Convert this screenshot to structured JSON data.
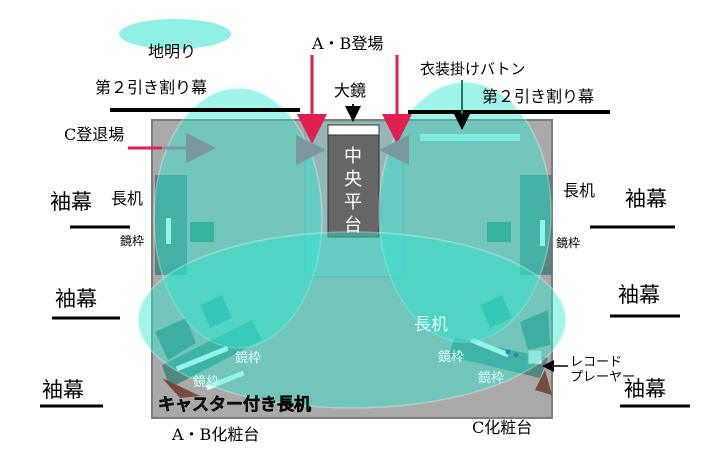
{
  "labels": {
    "jiakari": "地明り",
    "ab_entrance": "A・B登場",
    "ooka gami": "大鏡",
    "costume_batten": "衣装掛けバトン",
    "second_curtain_left": "第２引き割り幕",
    "second_curtain_right": "第２引き割り幕",
    "c_entrance": "C登退場",
    "center_platform": "中央平台",
    "sode_left_1": "袖幕",
    "sode_left_2": "袖幕",
    "sode_left_3": "袖幕",
    "sode_right_1": "袖幕",
    "sode_right_2": "袖幕",
    "sode_right_3": "袖幕",
    "desk_left": "長机",
    "desk_right": "長机",
    "desk_center": "長机",
    "mirror_frame_left_upper": "鏡枠",
    "mirror_frame_right_upper": "鏡枠",
    "mirror_frame_lower_1": "鏡枠",
    "mirror_frame_lower_2": "鏡枠",
    "mirror_frame_lower_3": "鏡枠",
    "mirror_frame_lower_4": "鏡枠",
    "caster_desk": "キャスター付き長机",
    "record_player_line1": "レコード",
    "record_player_line2": "プレーヤー",
    "ab_dressing_table": "A・B化粧台",
    "c_dressing_table": "C化粧台"
  },
  "colors": {
    "stage_floor": "#a9a9a9",
    "light_cyan": "#2ee8d2",
    "arrow_red": "#e0214f",
    "center_platform": "#666666",
    "black": "#000000"
  }
}
